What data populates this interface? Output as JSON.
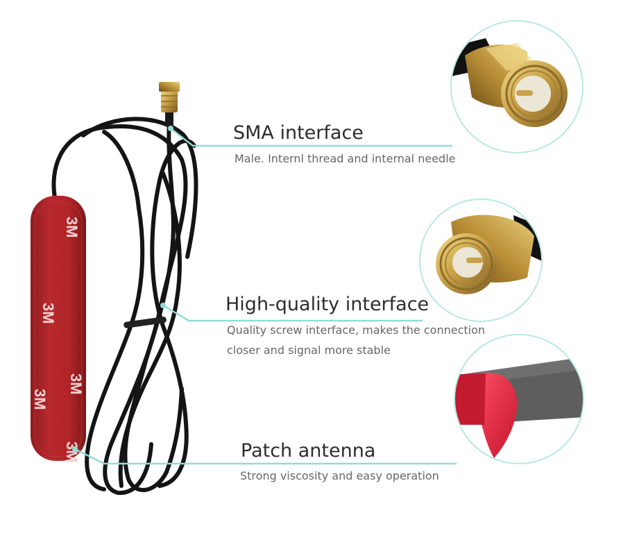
{
  "callouts": [
    {
      "title": "SMA interface",
      "description": [
        "Male. Internl thread and internal needle"
      ]
    },
    {
      "title": "High-quality interface",
      "description": [
        "Quality screw interface, makes the connection",
        "closer and signal more stable"
      ]
    },
    {
      "title": "Patch antenna",
      "description": [
        "Strong viscosity and easy operation"
      ]
    }
  ],
  "antenna": {
    "sticker_text": "3M"
  },
  "colors": {
    "accent": "#7fd6cf",
    "cable": "#141414",
    "patch_red": "#b3272a",
    "brass": "#c9a24a",
    "detail_red": "#d61f35",
    "detail_grey": "#5e5e5e"
  }
}
